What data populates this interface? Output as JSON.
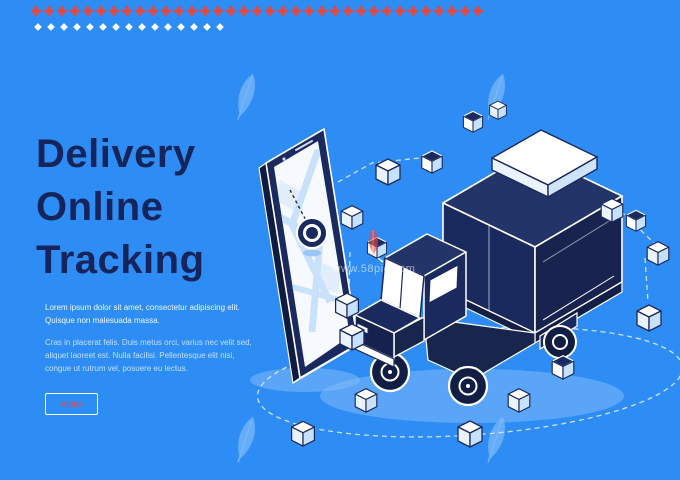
{
  "banner": {
    "title_lines": [
      "Delivery",
      "Online",
      "Tracking"
    ],
    "paragraph1": "Lorem ipsum dolor sit amet, consectetur adipiscing elit. Quisque non malesuada massa.",
    "paragraph2": "Cras in placerat felis. Duis metus orci, varius nec velit sed, aliquet laoreet est. Nulla facilisi. Pellentesque elit nisi, congue ut rutrum vel, posuere eu lectus.",
    "more_button_label": "more"
  },
  "watermark": {
    "site_text": "www.58pic.com"
  },
  "icons": {
    "watermark_logo": "feather-icon",
    "map_marker": "location-pin-icon",
    "top_decoration": "plus-icon and diamond-icon rows"
  },
  "colors": {
    "background": "#2e8df5",
    "title_navy": "#16245c",
    "accent_red": "#e8453c",
    "line_navy": "#1b2a5e",
    "white": "#ffffff",
    "light_blue": "#c6e1fb"
  }
}
